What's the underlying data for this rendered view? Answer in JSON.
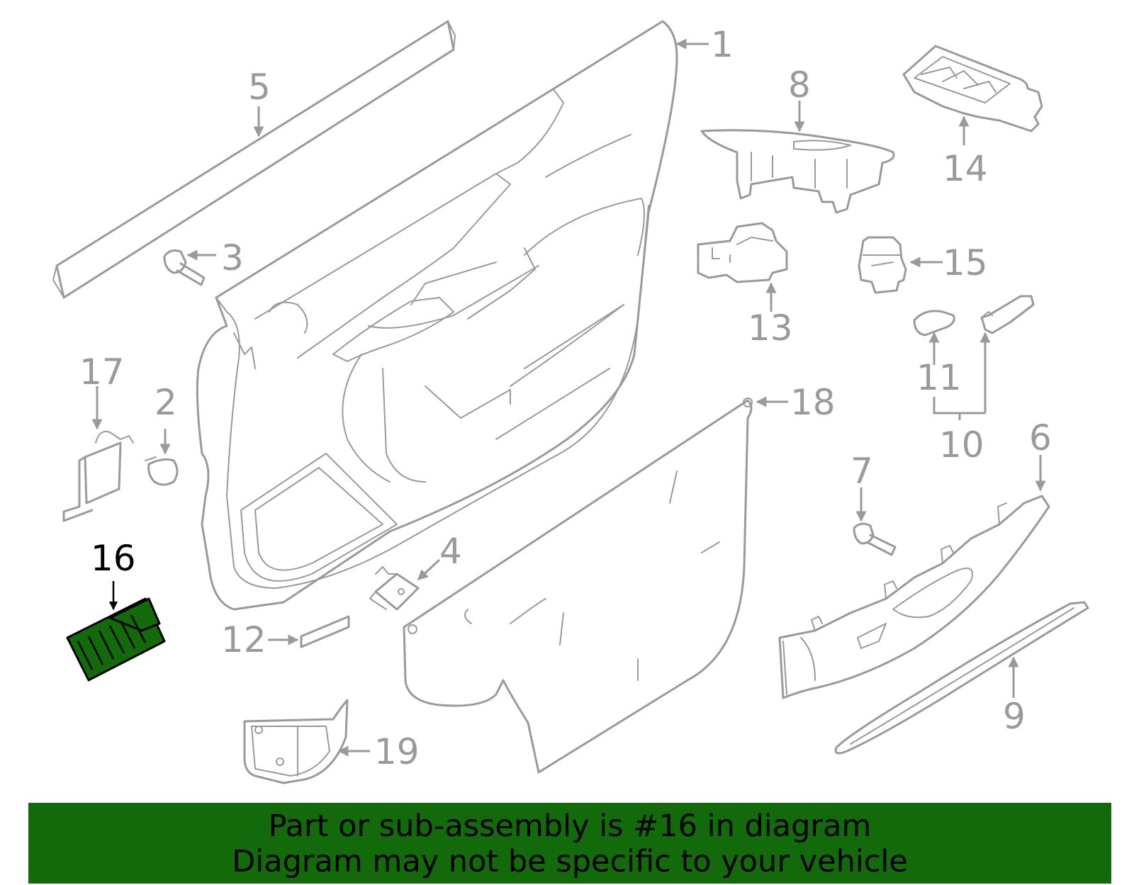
{
  "labels": {
    "l1": "1",
    "l2": "2",
    "l3": "3",
    "l4": "4",
    "l5": "5",
    "l6": "6",
    "l7": "7",
    "l8": "8",
    "l9": "9",
    "l10": "10",
    "l11": "11",
    "l12": "12",
    "l13": "13",
    "l14": "14",
    "l15": "15",
    "l16": "16",
    "l17": "17",
    "l18": "18",
    "l19": "19"
  },
  "highlight": {
    "part": "16",
    "color": "#136a0a"
  },
  "banner": {
    "line1": "Part or sub-assembly is #16 in diagram",
    "line2": "Diagram may not be specific to your vehicle"
  }
}
